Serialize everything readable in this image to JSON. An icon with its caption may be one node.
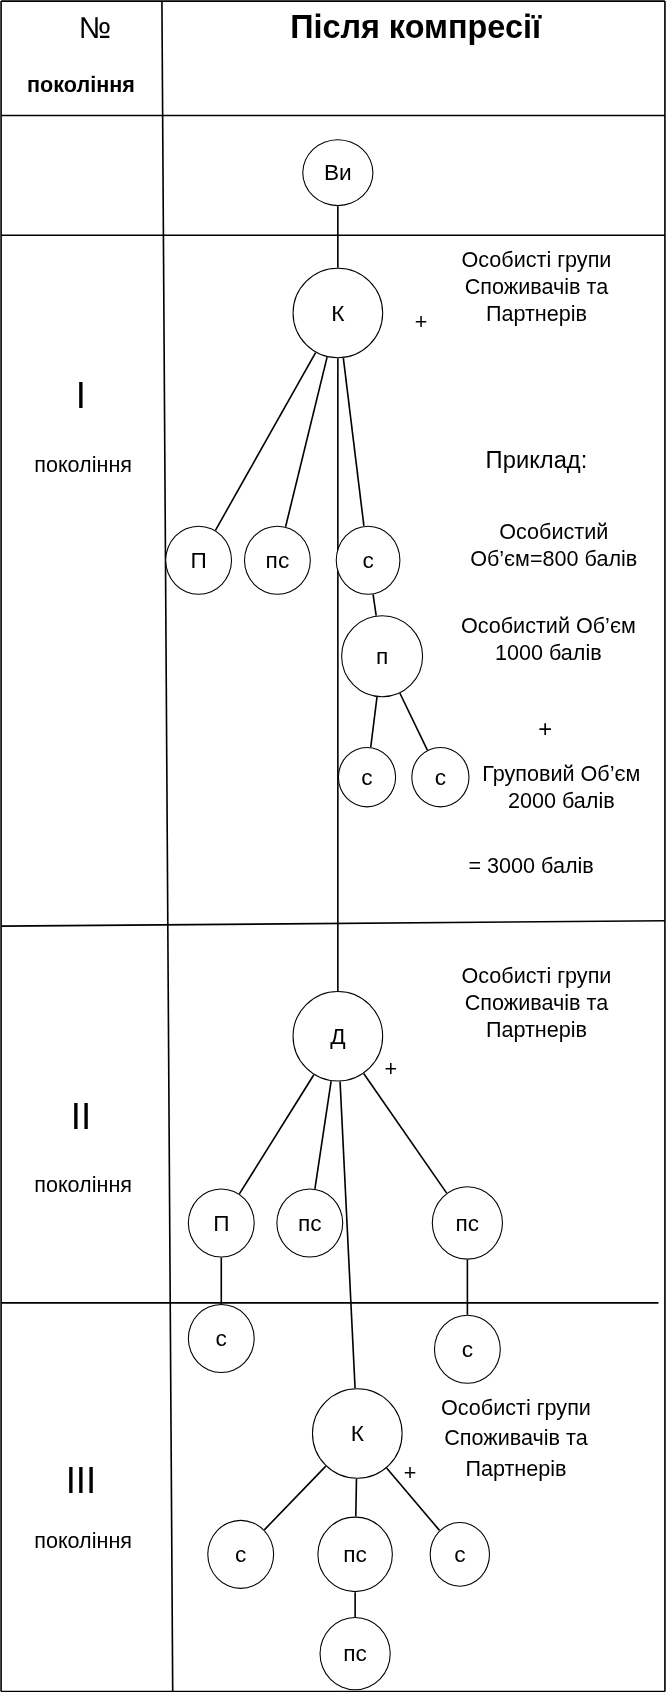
{
  "diagram": {
    "nodes": [
      {
        "text": [
          "Ви"
        ]
      },
      {
        "text": [
          "К"
        ],
        "beside": [
          "+",
          "Особисті групи Споживачів та Партнерів"
        ]
      },
      {
        "text": [
          "П"
        ]
      },
      {
        "text": [
          "пс"
        ]
      },
      {
        "text": [
          "с"
        ],
        "beside": [
          "Особистий Об’єм=800 балів"
        ]
      },
      {
        "text": [
          "п"
        ],
        "beside": [
          "Особистий Об’єм 1000 балів"
        ]
      },
      {
        "text": [
          "с"
        ]
      },
      {
        "text": [
          "с"
        ]
      },
      {
        "text": [
          "Д"
        ],
        "beside": [
          "+",
          "Особисті групи Споживачів та Партнерів"
        ]
      },
      {
        "text": [
          "П"
        ]
      },
      {
        "text": [
          "пс"
        ]
      },
      {
        "text": [
          "пс"
        ]
      },
      {
        "text": [
          "с"
        ]
      },
      {
        "text": [
          "с"
        ]
      },
      {
        "text": [
          "К"
        ],
        "beside": [
          "+",
          "Особисті групи Споживачів та Партнерів"
        ]
      },
      {
        "text": [
          "с"
        ]
      },
      {
        "text": [
          "пс"
        ]
      },
      {
        "text": [
          "с"
        ]
      },
      {
        "text": [
          "пс"
        ]
      }
    ],
    "edges": [
      {
        "from": 0,
        "to": 1,
        "arrow": "none"
      },
      {
        "from": 1,
        "to": 2,
        "arrow": "none"
      },
      {
        "from": 1,
        "to": 3,
        "arrow": "none"
      },
      {
        "from": 1,
        "to": 4,
        "arrow": "none"
      },
      {
        "from": 1,
        "to": 8,
        "arrow": "none"
      },
      {
        "from": 4,
        "to": 5,
        "arrow": "none"
      },
      {
        "from": 5,
        "to": 6,
        "arrow": "none"
      },
      {
        "from": 5,
        "to": 7,
        "arrow": "none"
      },
      {
        "from": 8,
        "to": 9,
        "arrow": "none"
      },
      {
        "from": 8,
        "to": 10,
        "arrow": "none"
      },
      {
        "from": 8,
        "to": 11,
        "arrow": "none"
      },
      {
        "from": 8,
        "to": 14,
        "arrow": "none"
      },
      {
        "from": 9,
        "to": 12,
        "arrow": "none"
      },
      {
        "from": 11,
        "to": 13,
        "arrow": "none"
      },
      {
        "from": 14,
        "to": 15,
        "arrow": "none"
      },
      {
        "from": 14,
        "to": 16,
        "arrow": "none"
      },
      {
        "from": 14,
        "to": 17,
        "arrow": "none"
      },
      {
        "from": 16,
        "to": 18,
        "arrow": "none"
      }
    ],
    "labels": [
      "№",
      "покоління",
      "Після компресії",
      "I",
      "покоління",
      "Приклад:",
      "+",
      "Груповий Об’єм 2000 балів",
      "= 3000 балів",
      "II",
      "покоління",
      "III",
      "покоління"
    ]
  }
}
